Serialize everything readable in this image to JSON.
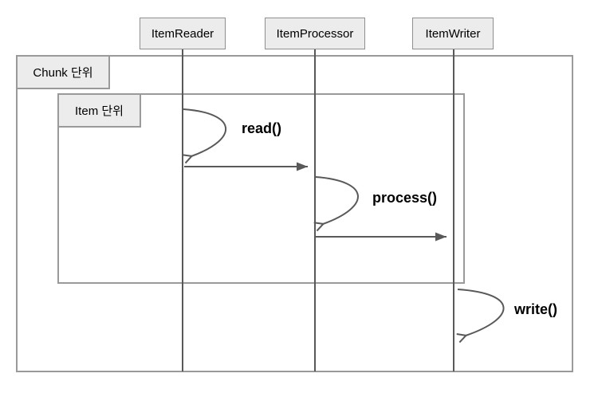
{
  "actors": [
    {
      "label": "ItemReader"
    },
    {
      "label": "ItemProcessor"
    },
    {
      "label": "ItemWriter"
    }
  ],
  "frames": {
    "chunk": {
      "label": "Chunk 단위"
    },
    "item": {
      "label": "Item 단위"
    }
  },
  "messages": {
    "read": {
      "label": "read()"
    },
    "process": {
      "label": "process()"
    },
    "write": {
      "label": "write()"
    }
  },
  "colors": {
    "background": "#ffffff",
    "actor_box_fill": "#ececec",
    "actor_box_border": "#8f8f8f",
    "frame_border": "#9a9a9a",
    "lifeline_and_arrow": "#595959",
    "text": "#000000"
  }
}
